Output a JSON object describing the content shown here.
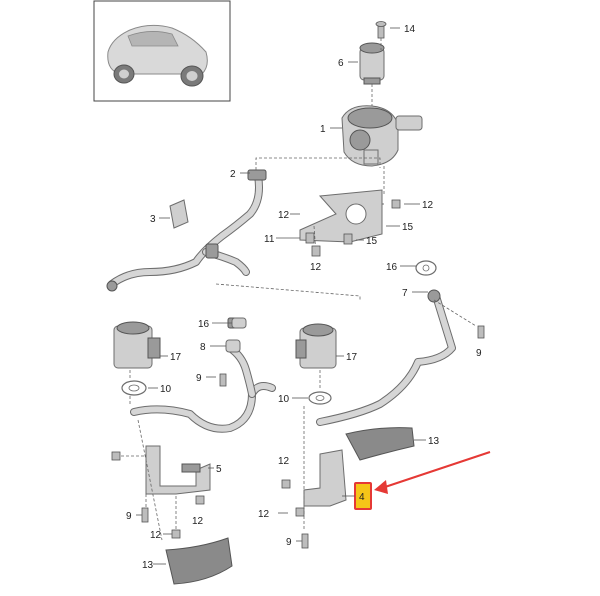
{
  "diagram": {
    "highlight_color": "#e53935",
    "highlight_box_fill": "#f5c518",
    "callouts": {
      "c14": "14",
      "c6": "6",
      "c1": "1",
      "c2": "2",
      "c3": "3",
      "c12a": "12",
      "c12b": "12",
      "c11": "11",
      "c15a": "15",
      "c15b": "15",
      "c12c": "12",
      "c16a": "16",
      "c7": "7",
      "c9a": "9",
      "c16b": "16",
      "c8": "8",
      "c17a": "17",
      "c17b": "17",
      "c9b": "9",
      "c10a": "10",
      "c10b": "10",
      "c13a": "13",
      "c5": "5",
      "c12d": "12",
      "c4": "4",
      "c9c": "9",
      "c12e": "12",
      "c12f": "12",
      "c12g": "12",
      "c9d": "9",
      "c13b": "13"
    }
  }
}
